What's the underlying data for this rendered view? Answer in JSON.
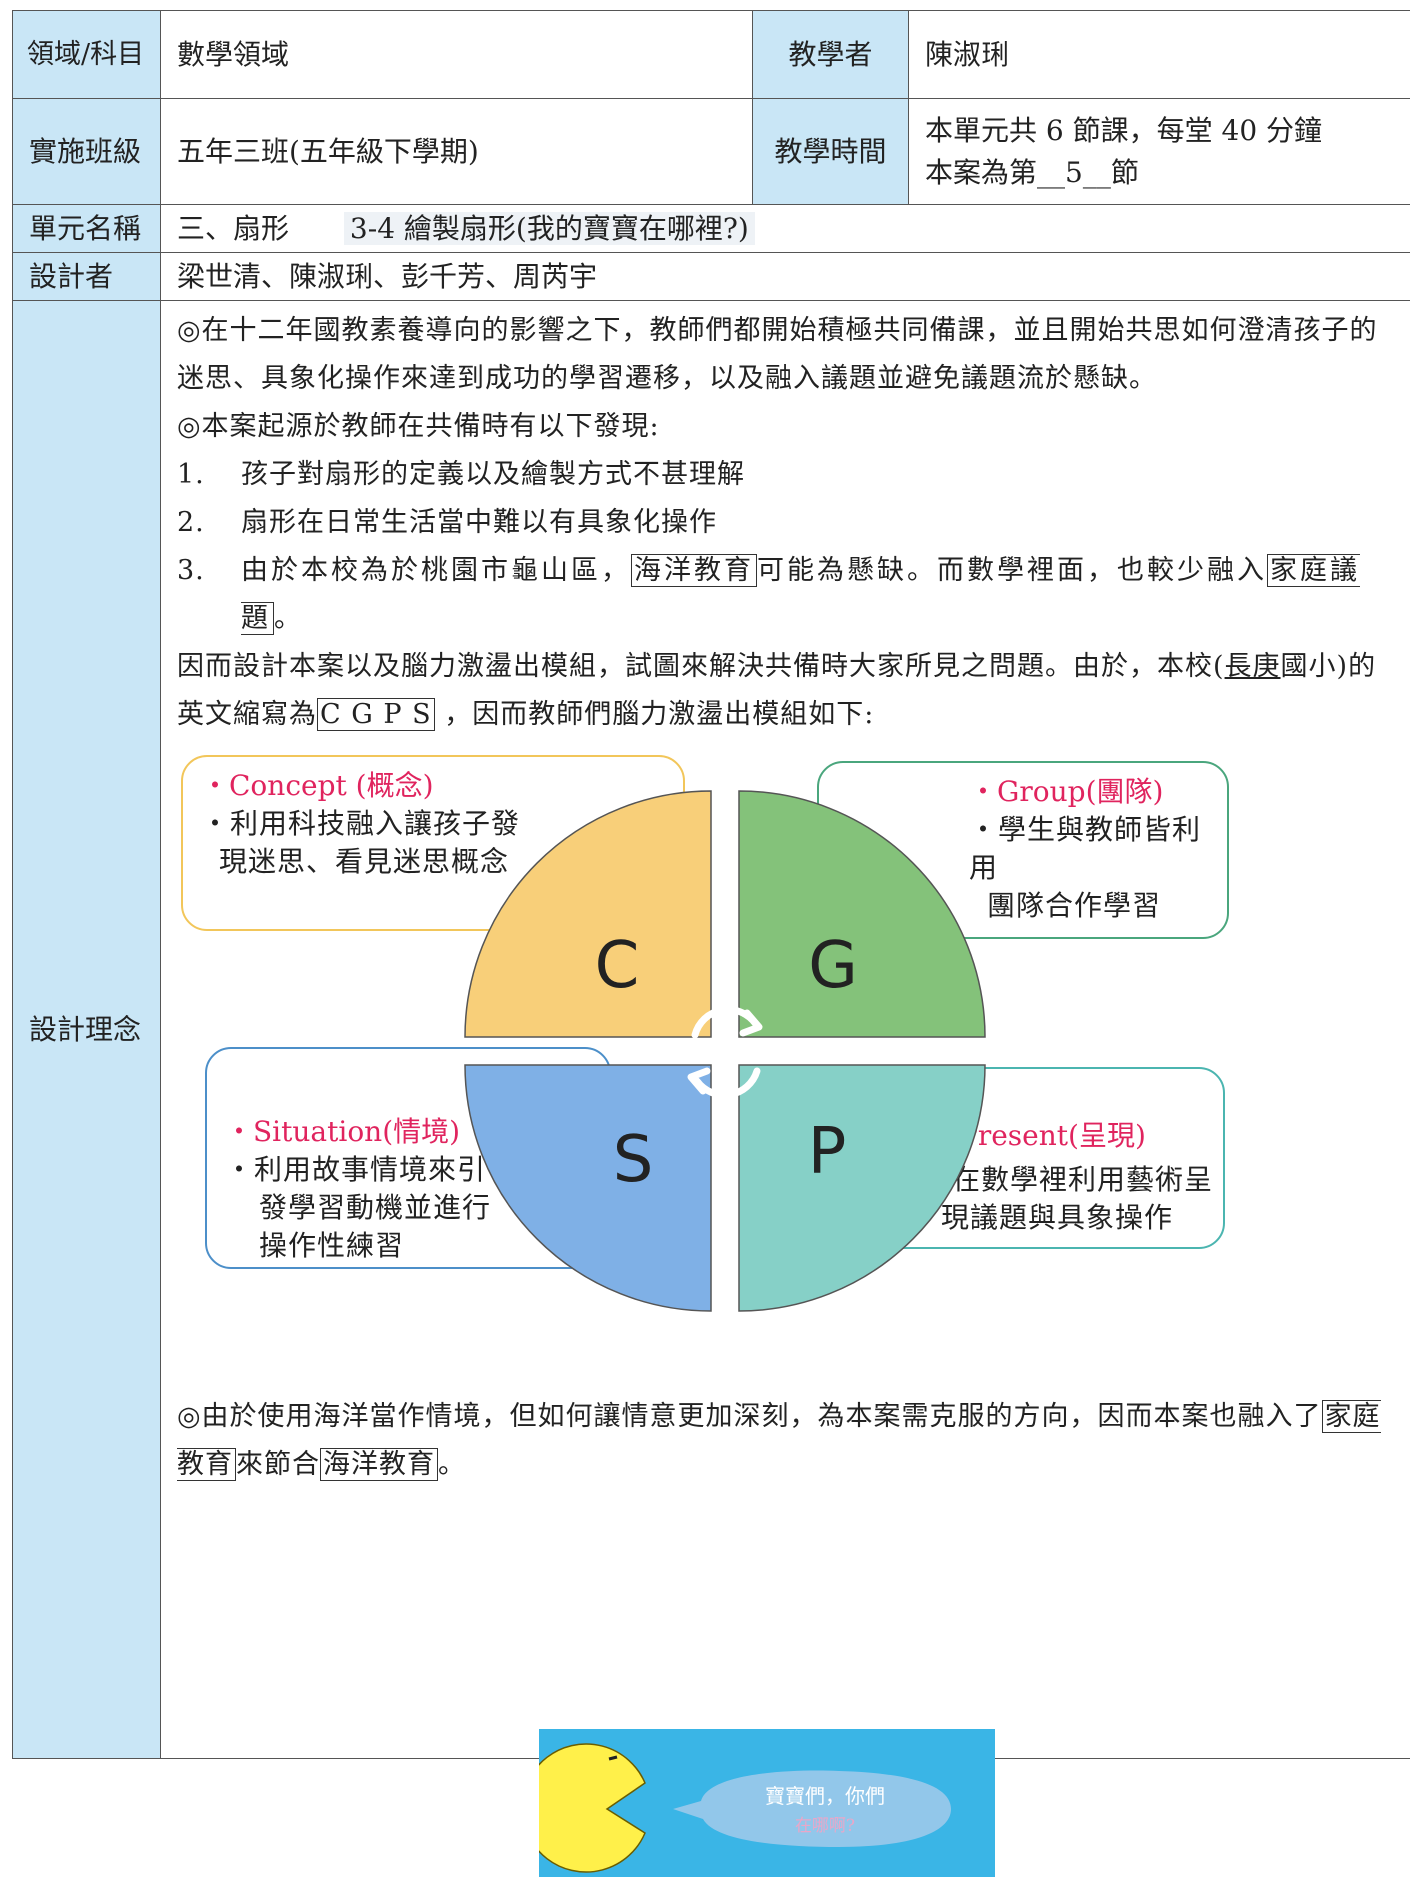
{
  "header": {
    "domain_label": "領域/科目",
    "domain_value": "數學領域",
    "teacher_label": "教學者",
    "teacher_value": "陳淑琍",
    "class_label": "實施班級",
    "class_value": "五年三班(五年級下學期)",
    "time_label": "教學時間",
    "time_line1": "本單元共 6 節課，每堂 40 分鐘",
    "time_line2": "本案為第__5__節",
    "unit_label": "單元名稱",
    "unit_part1": "三、扇形",
    "unit_part2": "3-4 繪製扇形(我的寶寶在哪裡?)",
    "designer_label": "設計者",
    "designer_value": "梁世清、陳淑琍、彭千芳、周芮宇",
    "concept_label": "設計理念"
  },
  "body": {
    "p1": "◎在十二年國教素養導向的影響之下，教師們都開始積極共同備課，並且開始共思如何澄清孩子的迷思、具象化操作來達到成功的學習遷移，以及融入議題並避免議題流於懸缺。",
    "p2": "◎本案起源於教師在共備時有以下發現:",
    "items": [
      {
        "num": "1.",
        "text": "孩子對扇形的定義以及繪製方式不甚理解"
      },
      {
        "num": "2.",
        "text": "扇形在日常生活當中難以有具象化操作"
      }
    ],
    "item3_num": "3.",
    "item3_a": "由於本校為於桃園市龜山區，",
    "item3_box1": "海洋教育",
    "item3_b": "可能為懸缺。而數學裡面，也較少融入",
    "item3_box2": "家庭議題",
    "item3_c": "。",
    "p4_a": "因而設計本案以及腦力激盪出模組，試圖來解決共備時大家所見之問題。由於，本校(",
    "p4_ul": "長庚",
    "p4_b": "國小)的英文縮寫為",
    "p4_box": "C G P S",
    "p4_c": " ，因而教師們腦力激盪出模組如下:",
    "p5_a": "◎由於使用海洋當作情境，但如何讓情意更加深刻，為本案需克服的方向，因而本案也融入了",
    "p5_box1": "家庭教育",
    "p5_b": "來節合",
    "p5_box2": "海洋教育",
    "p5_c": "。"
  },
  "diagram": {
    "c_title": "・Concept (概念)",
    "c_text1": "・利用科技融入讓孩子發",
    "c_text2": "現迷思、看見迷思概念",
    "g_title": "・Group(團隊)",
    "g_text1": "・學生與教師皆利用",
    "g_text2": "團隊合作學習",
    "s_title": "・Situation(情境)",
    "s_text1": "・利用故事情境來引",
    "s_text2": "發學習動機並進行",
    "s_text3": "操作性練習",
    "p_title": "Present(呈現)",
    "p_text1": "・在數學裡利用藝術呈",
    "p_text2": "現議題與具象操作",
    "letter_c": "C",
    "letter_g": "G",
    "letter_s": "S",
    "letter_p": "P",
    "colors": {
      "c": "#f8cf79",
      "g": "#84c27a",
      "s": "#7fb0e6",
      "p": "#86d0c7"
    }
  },
  "image": {
    "bubble_text1": "寶寶們，你們",
    "bubble_text2": "在哪啊?"
  }
}
